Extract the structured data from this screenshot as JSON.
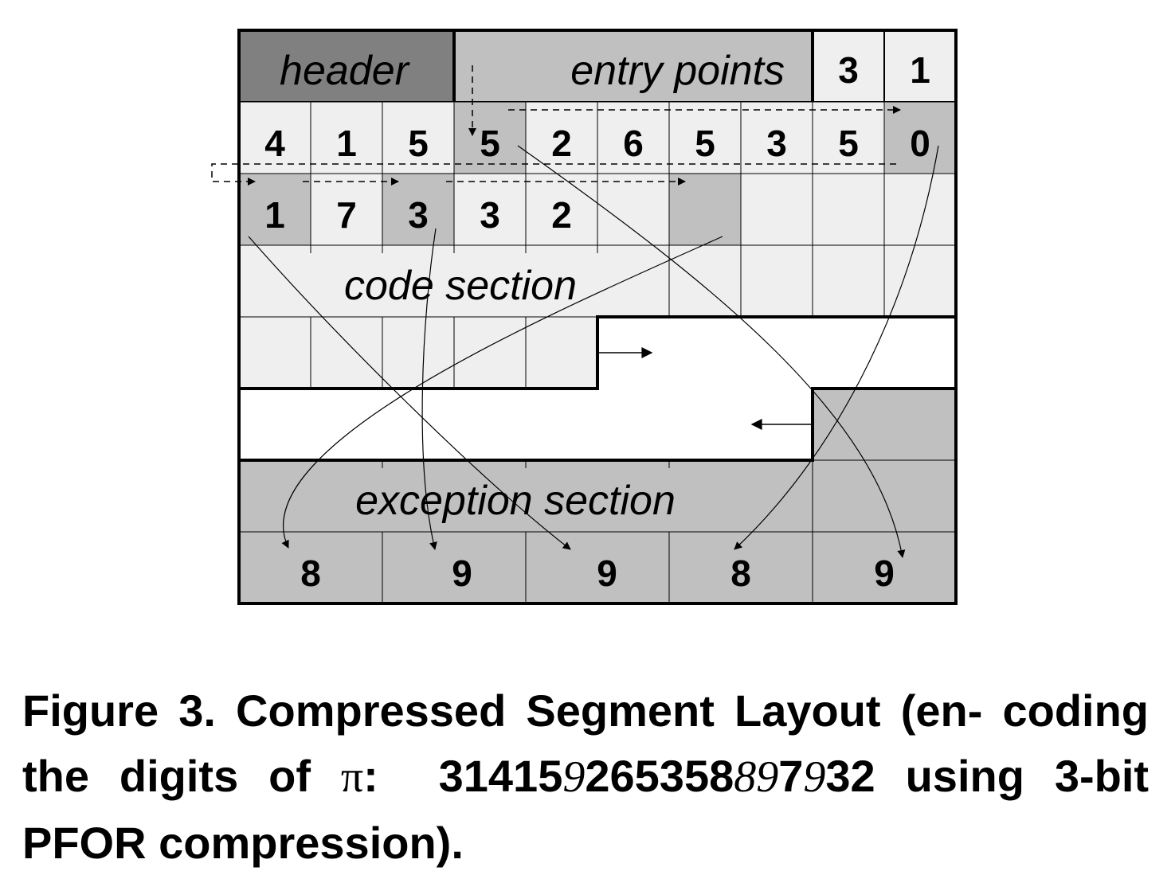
{
  "labels": {
    "header": "header",
    "entry_points": "entry points",
    "code_section": "code section",
    "exception_section": "exception section"
  },
  "header_values": [
    "3",
    "1"
  ],
  "rows": [
    [
      "4",
      "1",
      "5",
      "5",
      "2",
      "6",
      "5",
      "3",
      "5",
      "0"
    ],
    [
      "1",
      "7",
      "3",
      "3",
      "2"
    ]
  ],
  "exceptions": [
    "8",
    "9",
    "9",
    "8",
    "9"
  ],
  "caption": {
    "prefix": "Figure 3. Compressed Segment Layout (en- coding the digits of",
    "pi_symbol": "π",
    "colon": ":",
    "digits_1": "31415",
    "exc_1": "9",
    "digits_2": "265358",
    "exc_2": "89",
    "digits_3": "7",
    "exc_3": "9",
    "digits_4": "32",
    "suffix": "using 3-bit PFOR compression)."
  },
  "colors": {
    "header_fill": "#808080",
    "entry_fill": "#c0c0c0",
    "light_fill": "#efefef",
    "exception_fill": "#c0c0c0",
    "grid": "#000000"
  }
}
